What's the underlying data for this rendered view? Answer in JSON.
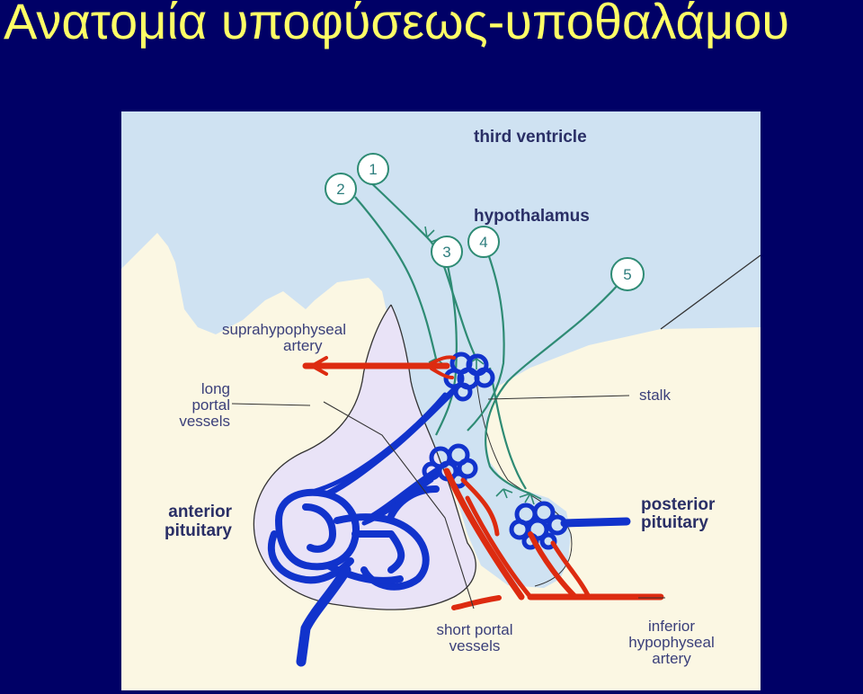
{
  "slide": {
    "title": "Ανατομία υποφύσεως-υποθαλάμου"
  },
  "diagram": {
    "labels": {
      "third_ventricle": "third ventricle",
      "hypothalamus": "hypothalamus",
      "suprahypophyseal_artery_line1": "suprahypophyseal",
      "suprahypophyseal_artery_line2": "artery",
      "long_portal_line1": "long",
      "long_portal_line2": "portal",
      "long_portal_line3": "vessels",
      "stalk": "stalk",
      "anterior_pituitary_line1": "anterior",
      "anterior_pituitary_line2": "pituitary",
      "posterior_pituitary_line1": "posterior",
      "posterior_pituitary_line2": "pituitary",
      "short_portal_line1": "short portal",
      "short_portal_line2": "vessels",
      "inferior_hypophyseal_line1": "inferior",
      "inferior_hypophyseal_line2": "hypophyseal",
      "inferior_hypophyseal_line3": "artery"
    },
    "neuron_numbers": [
      "1",
      "2",
      "3",
      "4",
      "5"
    ],
    "colors": {
      "background": "#000066",
      "title": "#ffff66",
      "ventricle": "#cfe2f2",
      "brain_tissue": "#fbf7e3",
      "anterior_pituitary": "#e9e3f7",
      "veins": "#1133cc",
      "arteries": "#dd2b10",
      "neurons": "#2e8b74"
    }
  }
}
